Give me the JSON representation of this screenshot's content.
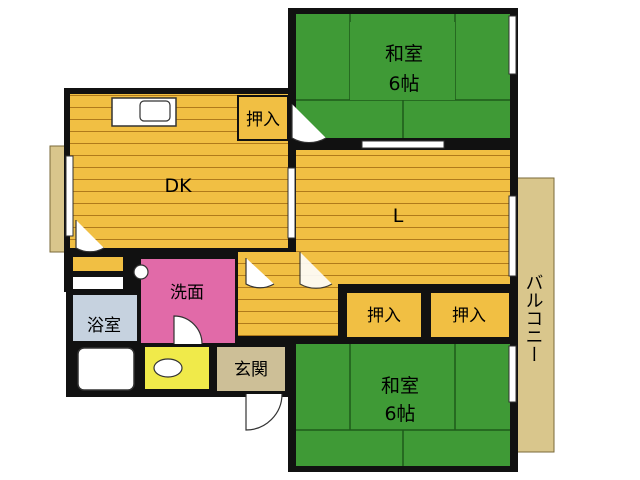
{
  "rooms": {
    "washitsu_top": {
      "label": "和室",
      "size": "6帖"
    },
    "washitsu_bottom": {
      "label": "和室",
      "size": "6帖"
    },
    "dk": {
      "label": "DK"
    },
    "living": {
      "label": "L"
    },
    "oshiire_top": {
      "label": "押入"
    },
    "oshiire_mid1": {
      "label": "押入"
    },
    "oshiire_mid2": {
      "label": "押入"
    },
    "senmen": {
      "label": "洗面"
    },
    "yokushitsu": {
      "label": "浴室"
    },
    "genkan": {
      "label": "玄関"
    },
    "balcony": {
      "label": "バルコニー"
    }
  },
  "colors": {
    "tatami": "#3f9a36",
    "flooring": "#f1bf43",
    "flooring_line": "#b07a1b",
    "wash": "#e16aa8",
    "toilet": "#f0ea4a",
    "bath": "#c6d2df",
    "entrance": "#cdbf97",
    "balcony": "#d9c68c",
    "wall": "#111111"
  }
}
